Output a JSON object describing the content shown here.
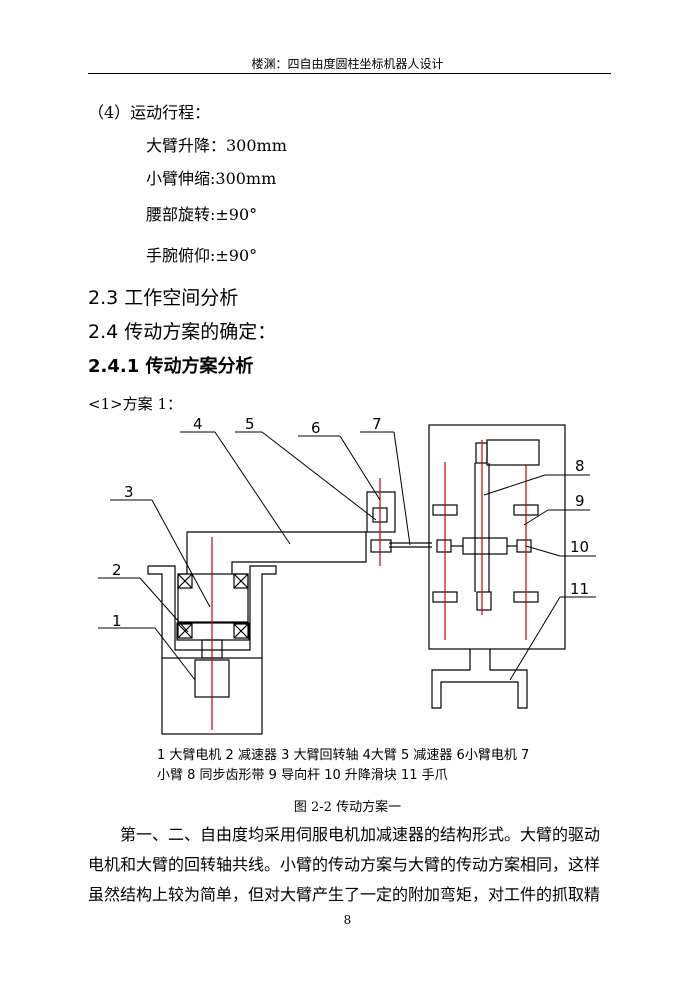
{
  "header": {
    "title": "楼渊：四自由度圆柱坐标机器人设计"
  },
  "section_4": {
    "heading": "（4）运动行程：",
    "items": [
      "大臂升降：300mm",
      "小臂伸缩:300mm",
      "腰部旋转:±90°",
      "手腕俯仰:±90°"
    ]
  },
  "headings": {
    "h23": "2.3 工作空间分析",
    "h24": "2.4 传动方案的确定：",
    "h241": "2.4.1 传动方案分析"
  },
  "scheme_label": "<1>方案 1：",
  "figure": {
    "labels": [
      "1",
      "2",
      "3",
      "4",
      "5",
      "6",
      "7",
      "8",
      "9",
      "10",
      "11"
    ],
    "caption_line1": "1 大臂电机 2 减速器 3 大臂回转轴 4大臂 5 减速器 6小臂电机 7",
    "caption_line2": "小臂 8 同步齿形带 9 导向杆 10 升降滑块 11 手爪",
    "title": "图 2-2   传动方案一"
  },
  "paragraph": {
    "line1": "第一、二、自由度均采用伺服电机加减速器的结构形式。大臂的驱动",
    "line2": "电机和大臂的回转轴共线。小臂的传动方案与大臂的传动方案相同，这样",
    "line3": "虽然结构上较为简单，但对大臂产生了一定的附加弯矩，对工件的抓取精"
  },
  "page_number": "8"
}
